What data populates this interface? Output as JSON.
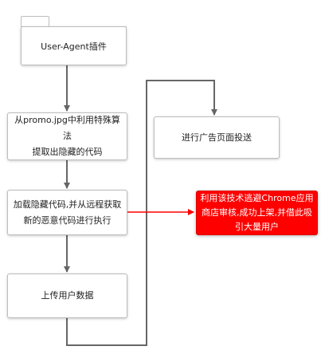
{
  "diagram": {
    "nodes": [
      {
        "id": "n1",
        "text": "User-Agent插件"
      },
      {
        "id": "n2",
        "text": "从promo.jpg中利用特殊算法\n提取出隐藏的代码"
      },
      {
        "id": "n3",
        "text": "加载隐藏代码,并从远程获取\n新的恶意代码进行执行"
      },
      {
        "id": "n4",
        "text": "上传用户数据"
      },
      {
        "id": "n5",
        "text": "进行广告页面投送"
      },
      {
        "id": "n6",
        "text": "利用该技术逃避Chrome应用\n商店审核,成功上架,并借此吸\n引大量用户"
      }
    ],
    "edges": [
      {
        "from": "n1",
        "to": "n2"
      },
      {
        "from": "n2",
        "to": "n3"
      },
      {
        "from": "n3",
        "to": "n4"
      },
      {
        "from": "n4",
        "to": "n5"
      },
      {
        "from": "n3",
        "to": "n6",
        "color": "red"
      }
    ],
    "colors": {
      "line": "#666666",
      "highlight": "#ff0000",
      "box_border": "#bdbdbd",
      "highlight_text": "#ffffff"
    }
  }
}
